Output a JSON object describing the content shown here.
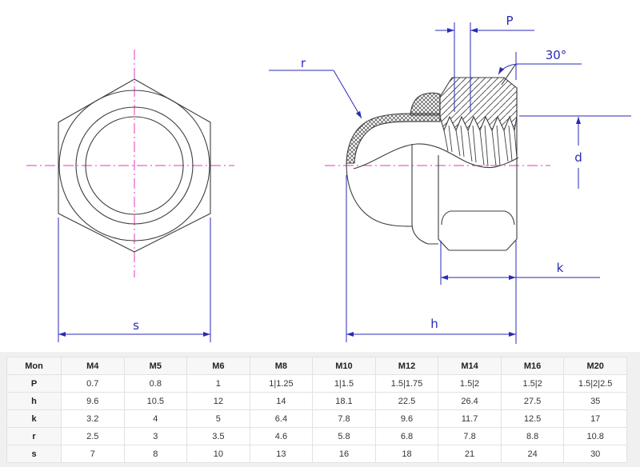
{
  "drawing": {
    "labels": {
      "s": "s",
      "r": "r",
      "pitch": "P",
      "angle": "30°",
      "d": "d",
      "k": "k",
      "h": "h"
    },
    "colors": {
      "line": "#3d3d3d",
      "dimension": "#2a2ab8",
      "centerline": "#e23ac6"
    }
  },
  "table": {
    "header": [
      "Mon",
      "M4",
      "M5",
      "M6",
      "M8",
      "M10",
      "M12",
      "M14",
      "M16",
      "M20"
    ],
    "rows": [
      {
        "label": "P",
        "values": [
          "0.7",
          "0.8",
          "1",
          "1|1.25",
          "1|1.5",
          "1.5|1.75",
          "1.5|2",
          "1.5|2",
          "1.5|2|2.5"
        ]
      },
      {
        "label": "h",
        "values": [
          "9.6",
          "10.5",
          "12",
          "14",
          "18.1",
          "22.5",
          "26.4",
          "27.5",
          "35"
        ]
      },
      {
        "label": "k",
        "values": [
          "3.2",
          "4",
          "5",
          "6.4",
          "7.8",
          "9.6",
          "11.7",
          "12.5",
          "17"
        ]
      },
      {
        "label": "r",
        "values": [
          "2.5",
          "3",
          "3.5",
          "4.6",
          "5.8",
          "6.8",
          "7.8",
          "8.8",
          "10.8"
        ]
      },
      {
        "label": "s",
        "values": [
          "7",
          "8",
          "10",
          "13",
          "16",
          "18",
          "21",
          "24",
          "30"
        ]
      }
    ]
  }
}
